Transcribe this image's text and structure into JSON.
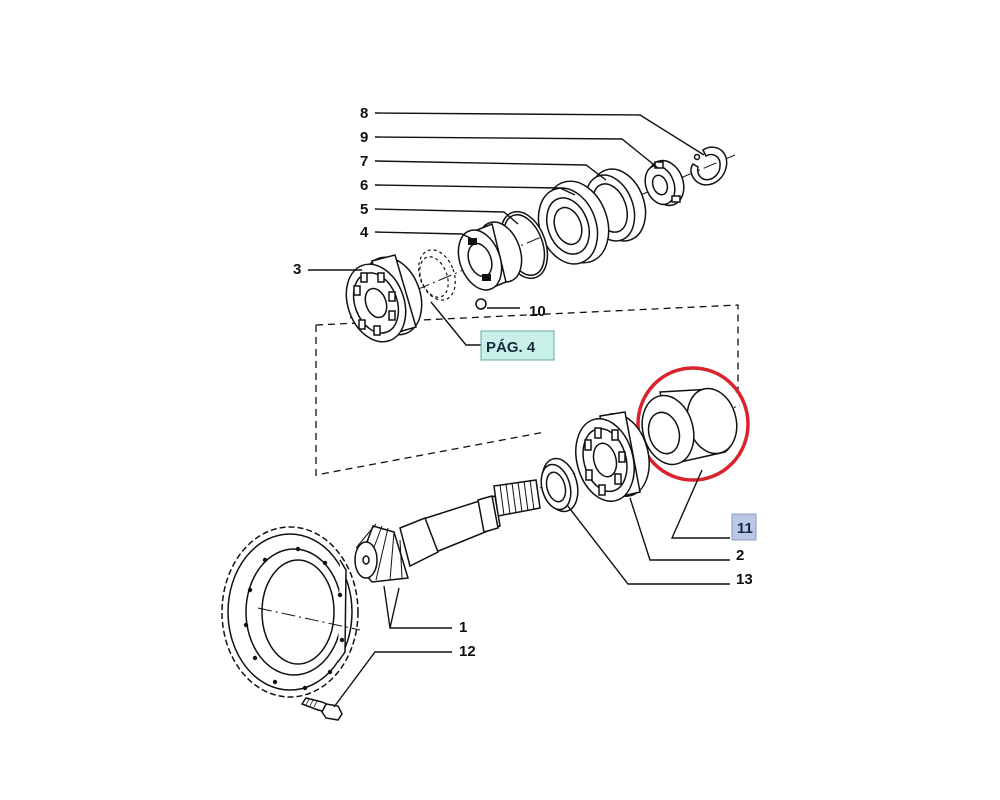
{
  "callouts": {
    "c1": "1",
    "c2": "2",
    "c3": "3",
    "c4": "4",
    "c5": "5",
    "c6": "6",
    "c7": "7",
    "c8": "8",
    "c9": "9",
    "c10": "10",
    "c11": "11",
    "c12": "12",
    "c13": "13"
  },
  "page_ref": "PÁG. 4",
  "colors": {
    "highlight_circle": "#d9232e",
    "page_ref_box": "#c9f0e8",
    "callout_11_box": "#b9c6e6",
    "line": "#111111"
  }
}
